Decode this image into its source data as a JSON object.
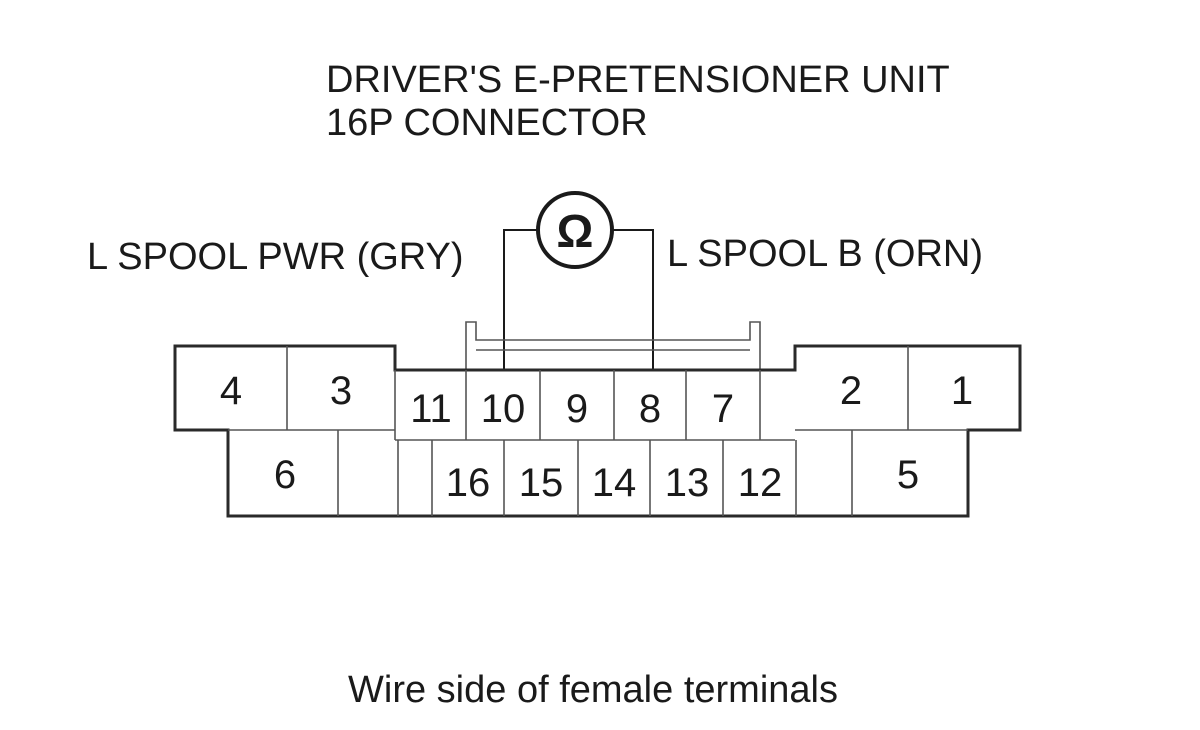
{
  "title": {
    "line1": "DRIVER'S E-PRETENSIONER UNIT",
    "line2": "16P CONNECTOR"
  },
  "meter": {
    "symbol": "Ω",
    "icon": "ohmmeter-icon"
  },
  "wires": {
    "left_label": "L SPOOL PWR (GRY)",
    "right_label": "L SPOOL B (ORN)"
  },
  "pins": {
    "p1": "1",
    "p2": "2",
    "p3": "3",
    "p4": "4",
    "p5": "5",
    "p6": "6",
    "p7": "7",
    "p8": "8",
    "p9": "9",
    "p10": "10",
    "p11": "11",
    "p12": "12",
    "p13": "13",
    "p14": "14",
    "p15": "15",
    "p16": "16"
  },
  "caption": "Wire side of female terminals"
}
